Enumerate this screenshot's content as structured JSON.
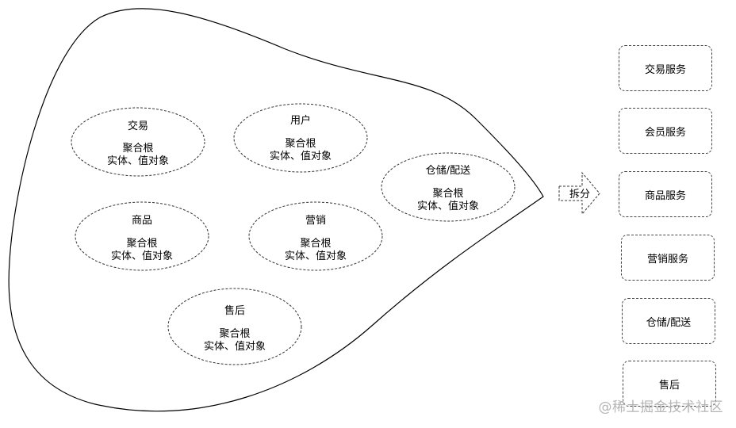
{
  "domains": [
    {
      "name": "交易",
      "root": "聚合根",
      "members": "实体、值对象"
    },
    {
      "name": "用户",
      "root": "聚合根",
      "members": "实体、值对象"
    },
    {
      "name": "仓储/配送",
      "root": "聚合根",
      "members": "实体、值对象"
    },
    {
      "name": "商品",
      "root": "聚合根",
      "members": "实体、值对象"
    },
    {
      "name": "营销",
      "root": "聚合根",
      "members": "实体、值对象"
    },
    {
      "name": "售后",
      "root": "聚合根",
      "members": "实体、值对象"
    }
  ],
  "arrow_label": "拆分",
  "services": [
    {
      "label": "交易服务"
    },
    {
      "label": "会员服务"
    },
    {
      "label": "商品服务"
    },
    {
      "label": "营销服务"
    },
    {
      "label": "仓储/配送"
    },
    {
      "label": "售后"
    }
  ],
  "watermark": "@稀土掘金技术社区"
}
